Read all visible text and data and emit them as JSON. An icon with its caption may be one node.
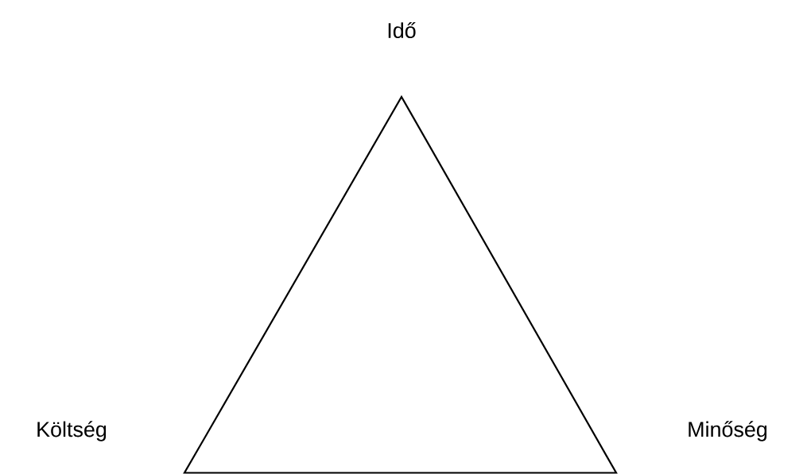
{
  "diagram": {
    "nodes": [
      {
        "text": [],
        "shape": "triangle",
        "beside": [
          "Idő",
          "Költség",
          "Minőség"
        ]
      }
    ]
  }
}
